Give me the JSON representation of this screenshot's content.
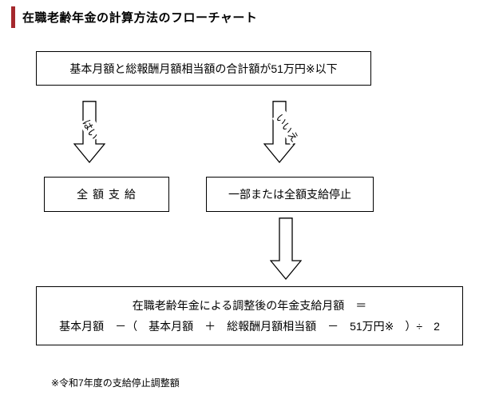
{
  "page": {
    "title": "在職老齢年金の計算方法のフローチャート",
    "accent_color": "#a5282d"
  },
  "flowchart": {
    "condition_box": "基本月額と総報酬月額相当額の合計額が51万円※以下",
    "yes_label": "はい",
    "no_label": "いいえ",
    "yes_box": "全 額 支 給",
    "no_box": "一部または全額支給停止",
    "result_line1": "在職老齢年金による調整後の年金支給月額　＝",
    "result_line2": "基本月額　－（　基本月額　＋　総報酬月額相当額　－　51万円※　）÷　2",
    "footnote": "※令和7年度の支給停止調整額"
  }
}
